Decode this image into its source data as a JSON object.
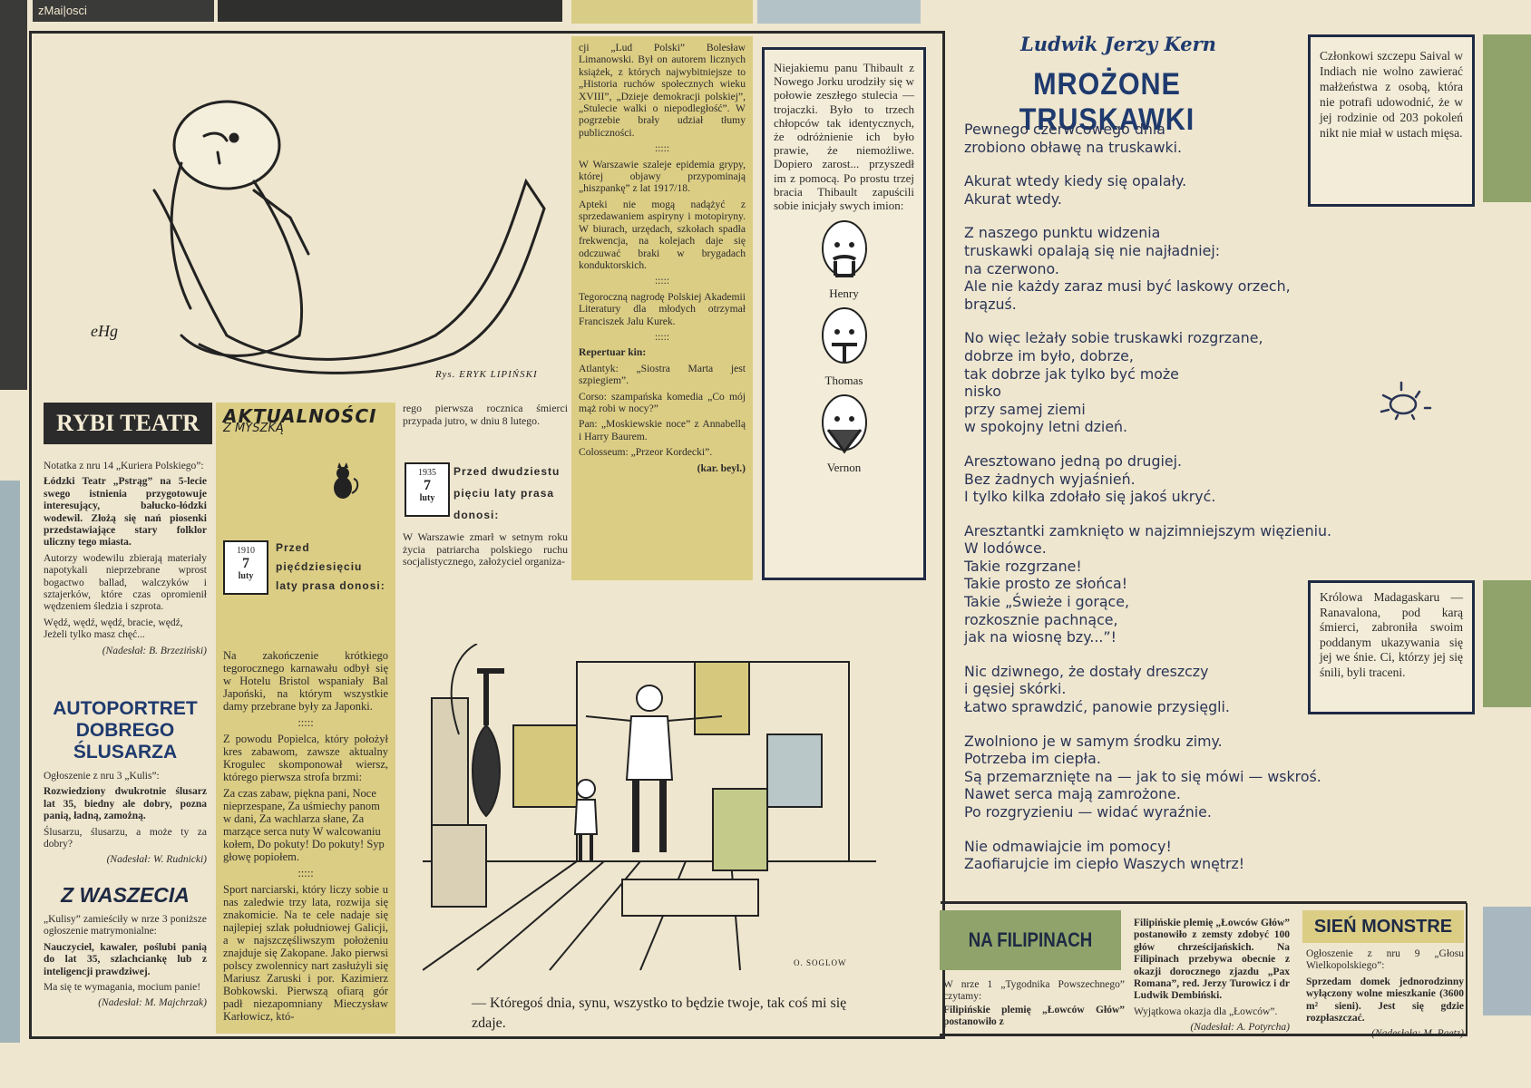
{
  "header": {
    "issue_label": "zMai|osci"
  },
  "cartoon_top": {
    "credit": "Rys. ERYK LIPIŃSKI",
    "signature": "eHg"
  },
  "column_middle": {
    "paragraphs": [
      "cji „Lud Polski” Bolesław Limanowski. Był on autorem licznych książek, z których najwybitniejsze to „Historia ruchów społecznych wieku XVIII”, „Dzieje demokracji polskiej”, „Stulecie walki o niepodległość”. W pogrzebie brały udział tłumy publiczności.",
      ":::::",
      "W Warszawie szaleje epidemia grypy, której objawy przypominają „hiszpankę” z lat 1917/18.",
      "Apteki nie mogą nadążyć z sprzedawaniem aspiryny i motopiryny. W biurach, urzędach, szkołach spadła frekwencja, na kolejach daje się odczuwać braki w brygadach konduktorskich.",
      ":::::",
      "Tegoroczną nagrodę Polskiej Akademii Literatury dla młodych otrzymał Franciszek Jalu Kurek.",
      ":::::",
      "Repertuar kin:",
      "Atlantyk: „Siostra Marta jest szpiegiem”.",
      "Corso: szampańska komedia „Co mój mąż robi w nocy?”",
      "Pan: „Moskiewskie noce” z Annabellą i Harry Baurem.",
      "Colosseum: „Przeor Kordecki”."
    ],
    "signature": "(kar. beyl.)"
  },
  "triplets": {
    "text": "Niejakiemu panu Thibault z Nowego Jorku urodziły się w połowie zeszłego stulecia — trojaczki. Było to trzech chłopców tak identycznych, że odróżnienie ich było prawie, że niemożliwe. Dopiero zarost... przyszedł im z pomocą. Po prostu trzej bracia Thibault zapuścili sobie inicjały swych imion:",
    "names": [
      "Henry",
      "Thomas",
      "Vernon"
    ]
  },
  "poem": {
    "author": "Ludwik Jerzy Kern",
    "title": "MROŻONE TRUSKAWKI",
    "stanzas": [
      [
        "Pewnego czerwcowego dnia",
        "zrobiono obławę na truskawki."
      ],
      [
        "Akurat wtedy kiedy się opalały.",
        "Akurat wtedy."
      ],
      [
        "Z naszego punktu widzenia",
        "truskawki opalają się nie najładniej:",
        "na czerwono.",
        "Ale nie każdy zaraz musi być laskowy orzech,",
        "brązuś."
      ],
      [
        "No więc leżały sobie truskawki rozgrzane,",
        "dobrze im było, dobrze,",
        "tak dobrze jak tylko być może",
        "nisko",
        "przy samej ziemi",
        "w spokojny letni dzień."
      ],
      [
        "Aresztowano jedną po drugiej.",
        "Bez żadnych wyjaśnień.",
        "I tylko kilka zdołało się jakoś ukryć."
      ],
      [
        "Aresztantki zamknięto w najzimniejszym więzieniu.",
        "W lodówce.",
        "Takie rozgrzane!",
        "Takie prosto ze słońca!",
        "Takie „Świeże i gorące,",
        "rozkosznie pachnące,",
        "jak na wiosnę bzy...”!"
      ],
      [
        "Nic dziwnego, że dostały dreszczy",
        "i gęsiej skórki.",
        "Łatwo sprawdzić, panowie przysięgli."
      ],
      [
        "Zwolniono je w samym środku zimy.",
        "Potrzeba im ciepła.",
        "Są przemarznięte na — jak to się mówi — wskroś.",
        "Nawet serca mają zamrożone.",
        "Po rozgryzieniu — widać wyraźnie."
      ],
      [
        "Nie odmawiajcie im pomocy!",
        "Zaofiarujcie im ciepło Waszych wnętrz!"
      ]
    ]
  },
  "box_saival": {
    "text": "Członkowi szczepu Saival w Indiach nie wolno zawierać małżeństwa z osobą, która nie potrafi udowodnić, że w jej rodzinie od 203 pokoleń nikt nie miał w ustach mięsa."
  },
  "box_madagascar": {
    "text": "Królowa Madagaskaru — Ranavalona, pod karą śmierci, zabroniła swoim poddanym ukazywania się jej we śnie. Ci, którzy jej się śnili, byli traceni."
  },
  "rybi_teatr": {
    "title": "RYBI TEATR",
    "paragraphs": [
      "Notatka z nru 14 „Kuriera Polskiego”:",
      "Łódzki Teatr „Pstrąg” na 5-lecie swego istnienia przygotowuje interesujący, bałucko-łódzki wodewil. Złożą się nań piosenki przedstawiające stary folklor uliczny tego miasta.",
      "Autorzy wodewilu zbierają materiały napotykali nieprzebrane wprost bogactwo ballad, walczyków i sztajerków, które czas opromienił wędzeniem śledzia i szprota.",
      "Wędź, wędź, wędź, bracie, wędź,",
      "Jeżeli tylko masz chęć..."
    ],
    "signature": "(Nadesłał: B. Brzeziński)"
  },
  "autoportret": {
    "title": "AUTOPORTRET DOBREGO ŚLUSARZA",
    "paragraphs": [
      "Ogłoszenie z nru 3 „Kulis”:",
      "Rozwiedziony dwukrotnie ślusarz lat 35, biedny ale dobry, pozna panią, ładną, zamożną.",
      "Ślusarzu, ślusarzu, a może ty za dobry?"
    ],
    "signature": "(Nadesłał: W. Rudnicki)"
  },
  "z_waszecia": {
    "title": "Z WASZECIA",
    "paragraphs": [
      "„Kulisy” zamieściły w nrze 3 poniższe ogłoszenie matrymonialne:",
      "Nauczyciel, kawaler, poślubi panią do lat 35, szlachciankę lub z inteligencji prawdziwej.",
      "Ma się te wymagania, mocium panie!"
    ],
    "signature": "(Nadesłał: M. Majchrzak)"
  },
  "aktualnosci": {
    "title_line1": "AKTUALNOŚCI",
    "title_line2": "Z MYSZKĄ",
    "date1": {
      "year": "1910",
      "day": "7",
      "month": "luty"
    },
    "headline1": "Przed pięćdziesięciu laty prasa donosi:",
    "paragraphs": [
      "Na zakończenie krótkiego tegorocznego karnawału odbył się w Hotelu Bristol wspaniały Bal Japoński, na którym wszystkie damy przebrane były za Japonki.",
      ":::::",
      "Z powodu Popielca, który położył kres zabawom, zawsze aktualny Krogulec skomponował wiersz, którego pierwsza strofa brzmi:",
      "Za czas zabaw, piękna pani, Noce nieprzespane, Za uśmiechy panom w dani, Za wachlarza słane, Za marzące serca nuty W walcowaniu kołem, Do pokuty! Do pokuty! Syp głowę popiołem.",
      ":::::",
      "Sport narciarski, który liczy sobie u nas zaledwie trzy lata, rozwija się znakomicie. Na te cele nadaje się najlepiej szlak południowej Galicji, a w najszczęśliwszym położeniu znajduje się Zakopane. Jako pierwsi polscy zwolennicy nart zasłużyli się Mariusz Zaruski i por. Kazimierz Bobkowski. Pierwszą ofiarą gór padł niezapomniany Mieczysław Karłowicz, któ-"
    ]
  },
  "column_center_small": {
    "para_top": "rego pierwsza rocznica śmierci przypada jutro, w dniu 8 lutego.",
    "date2": {
      "year": "1935",
      "day": "7",
      "month": "luty"
    },
    "headline2": "Przed dwudziestu pięciu laty prasa donosi:",
    "para_bottom": "W Warszawie zmarł w setnym roku życia patriarcha polskiego ruchu socjalistycznego, założyciel organiza-"
  },
  "studio_cartoon": {
    "caption": "— Któregoś dnia, synu, wszystko to będzie twoje, tak coś mi się zdaje.",
    "signature": "O. SOGLOW"
  },
  "filipinach": {
    "title": "NA FILIPINACH",
    "paragraphs": [
      "W nrze 1 „Tygodnika Powszechnego” czytamy:",
      "Filipińskie plemię „Łowców Głów” postanowiło z zemsty zdobyć 100 głów chrześcijańskich. Na Filipinach przebywa obecnie z okazji dorocznego zjazdu „Pax Romana”, red. Jerzy Turowicz i dr Ludwik Dembiński.",
      "Wyjątkowa okazja dla „Łowców”."
    ],
    "signature": "(Nadesłał: A. Potyrcha)"
  },
  "monstre": {
    "title": "SIEŃ MONSTRE",
    "paragraphs": [
      "Ogłoszenie z nru 9 „Głosu Wielkopolskiego”:",
      "Sprzedam domek jednorodzinny wyłączony wolne mieszkanie (3600 m² sieni). Jest się gdzie rozpłaszczać."
    ],
    "signature": "(Nadesłała: M. Paetz)"
  },
  "colors": {
    "paper": "#efe6cf",
    "yellow_panel": "#dccd85",
    "navy": "#1e3a6e",
    "dark": "#2b2b2b",
    "green_strip": "#8fa36a",
    "blue_strip": "#a9b8c0"
  }
}
